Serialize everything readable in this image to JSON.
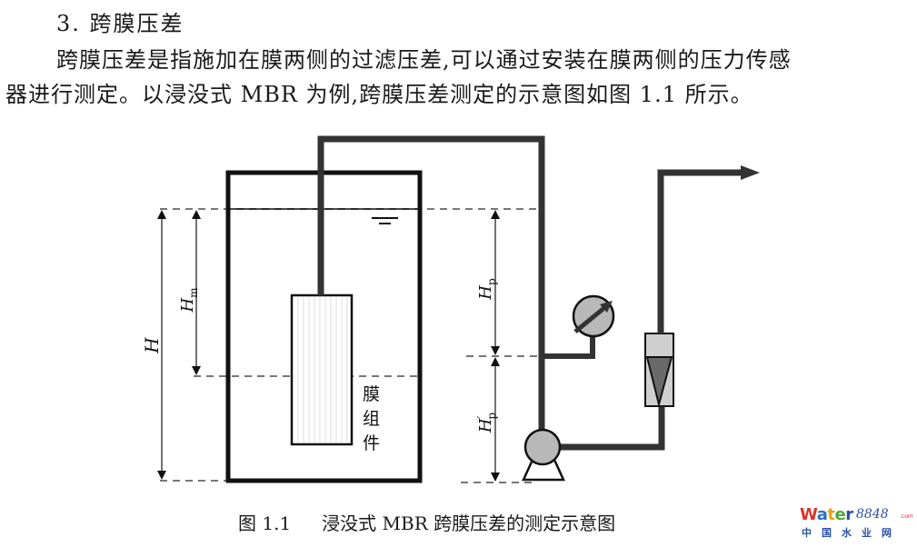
{
  "section": {
    "heading": "3. 跨膜压差",
    "paragraph_line1": "跨膜压差是指施加在膜两侧的过滤压差,可以通过安装在膜两侧的压力传感",
    "paragraph_line2": "器进行测定。以浸没式 MBR 为例,跨膜压差测定的示意图如图 1.1 所示。"
  },
  "figure": {
    "caption_number": "图 1.1",
    "caption_text": "浸没式 MBR 跨膜压差的测定示意图",
    "labels": {
      "H": "H",
      "Hm_main": "H",
      "Hm_sub": "m",
      "Hp_main": "H",
      "Hp_sub": "p",
      "Hp2_main": "H",
      "Hp2_prime": "′",
      "Hp2_sub": "p",
      "module_char1": "膜",
      "module_char2": "组",
      "module_char3": "件"
    },
    "components": [
      "tank",
      "membrane-module",
      "suction-pipe",
      "pressure-gauge",
      "pump",
      "flowmeter",
      "outlet-arrow",
      "water-level-symbol"
    ],
    "colors": {
      "pipe": "#333333",
      "outline": "#111111",
      "dashed": "#777777",
      "gauge_fill": "#b8b8b8",
      "flowmeter_fill": "#cfcfcf",
      "float_fill": "#6a6a6a"
    }
  },
  "watermark": {
    "brand_letters": [
      {
        "ch": "W",
        "color": "#d8352a"
      },
      {
        "ch": "a",
        "color": "#2b6fc8"
      },
      {
        "ch": "t",
        "color": "#e8a21a"
      },
      {
        "ch": "e",
        "color": "#4aa83a"
      },
      {
        "ch": "r",
        "color": "#2b50a8"
      }
    ],
    "number": "8848",
    "tld": ".com",
    "chinese_name": "中国水业网"
  }
}
